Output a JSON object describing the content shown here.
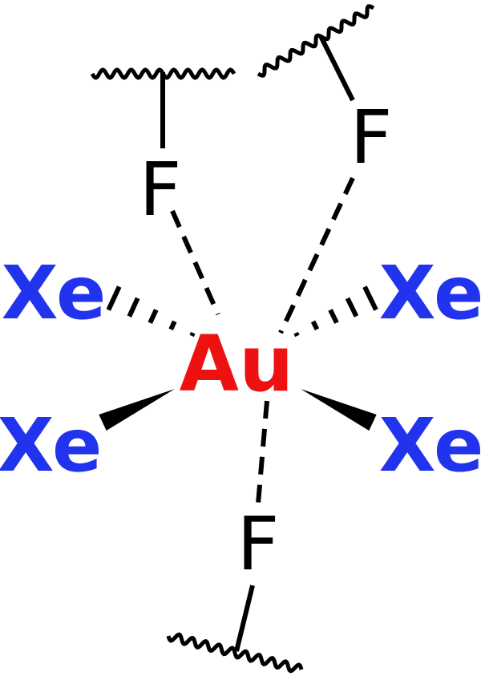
{
  "atoms": {
    "center": {
      "label": "Au",
      "color": "#ee1111"
    },
    "xe_upper_left": {
      "label": "Xe",
      "color": "#2233ee"
    },
    "xe_upper_right": {
      "label": "Xe",
      "color": "#2233ee"
    },
    "xe_lower_left": {
      "label": "Xe",
      "color": "#2233ee"
    },
    "xe_lower_right": {
      "label": "Xe",
      "color": "#2233ee"
    },
    "f_top_left": {
      "label": "F",
      "color": "#000000"
    },
    "f_top_right": {
      "label": "F",
      "color": "#000000"
    },
    "f_bottom": {
      "label": "F",
      "color": "#000000"
    }
  },
  "bonds": [
    {
      "from": "center",
      "to": "xe_upper_left",
      "style": "hashed-wedge"
    },
    {
      "from": "center",
      "to": "xe_upper_right",
      "style": "hashed-wedge"
    },
    {
      "from": "center",
      "to": "xe_lower_left",
      "style": "solid-wedge"
    },
    {
      "from": "center",
      "to": "xe_lower_right",
      "style": "solid-wedge"
    },
    {
      "from": "center",
      "to": "f_top_left",
      "style": "dashed"
    },
    {
      "from": "center",
      "to": "f_top_right",
      "style": "dashed"
    },
    {
      "from": "center",
      "to": "f_bottom",
      "style": "dashed"
    }
  ]
}
